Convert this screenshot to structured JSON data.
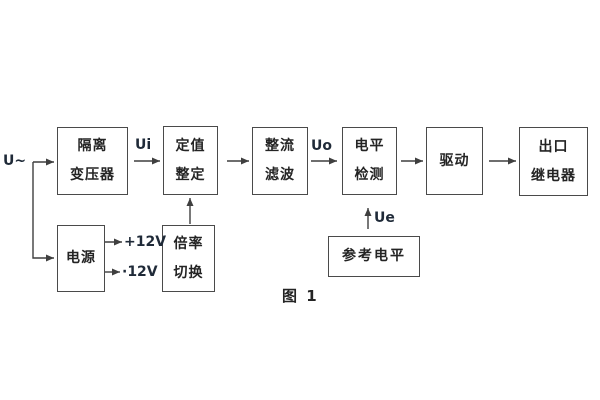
{
  "figure": {
    "caption": "图 1"
  },
  "signal_labels": {
    "input": "U~",
    "ui": "Ui",
    "uo": "Uo",
    "ue": "Ue",
    "rail_positive": "+12V",
    "rail_negative": "·12V"
  },
  "blocks": {
    "isolation_transformer": {
      "lines": [
        "隔离",
        "变压器"
      ]
    },
    "setpoint_adjust": {
      "lines": [
        "定值",
        "整定"
      ]
    },
    "rectifier_filter": {
      "lines": [
        "整流",
        "滤波"
      ]
    },
    "level_detector": {
      "lines": [
        "电平",
        "检测"
      ]
    },
    "driver": {
      "lines": [
        "驱动"
      ]
    },
    "output_relay": {
      "lines": [
        "出口",
        "继电器"
      ]
    },
    "power_supply": {
      "lines": [
        "电源"
      ]
    },
    "ratio_switch": {
      "lines": [
        "倍率",
        "切换"
      ]
    },
    "reference_level": {
      "lines": [
        "参考电平"
      ]
    }
  },
  "colors": {
    "line": "#3f3f3f",
    "border": "#4a4a4a",
    "text": "#242424",
    "background": "#ffffff"
  }
}
